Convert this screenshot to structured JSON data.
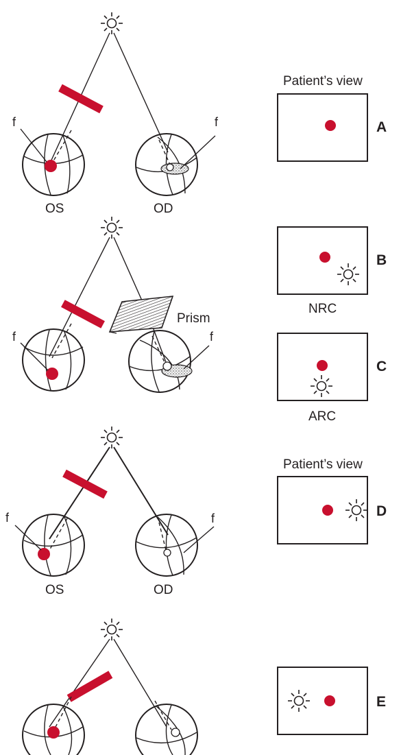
{
  "labels": {
    "os": "OS",
    "od": "OD",
    "fovea": "f",
    "prism": "Prism",
    "patients_view": "Patient’s view",
    "nrc": "NRC",
    "arc": "ARC"
  },
  "panels": [
    "A",
    "B",
    "C",
    "D",
    "E"
  ],
  "colors": {
    "red": "#c8102e",
    "ink": "#231f20",
    "stipple": "#bdbdbd"
  }
}
